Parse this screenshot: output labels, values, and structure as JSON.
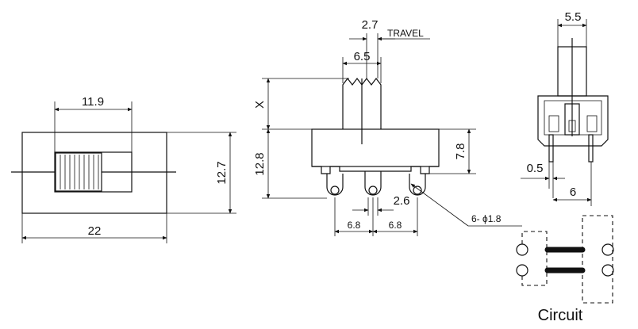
{
  "dimensions": {
    "top_width": "11.9",
    "bottom_length": "22",
    "side_height": "12.7",
    "travel_value": "2.7",
    "travel_label": "TRAVEL",
    "actuator_width": "6.5",
    "actuator_height": "X",
    "body_height": "12.8",
    "pin_offset": "2.6",
    "pin_pitch_left": "6.8",
    "pin_pitch_right": "6.8",
    "pin_hole": "6- ϕ1.8",
    "case_height": "7.8",
    "end_width": "5.5",
    "pin_thickness": "0.5",
    "pin_spacing": "6"
  },
  "circuit_label": "Circuit"
}
